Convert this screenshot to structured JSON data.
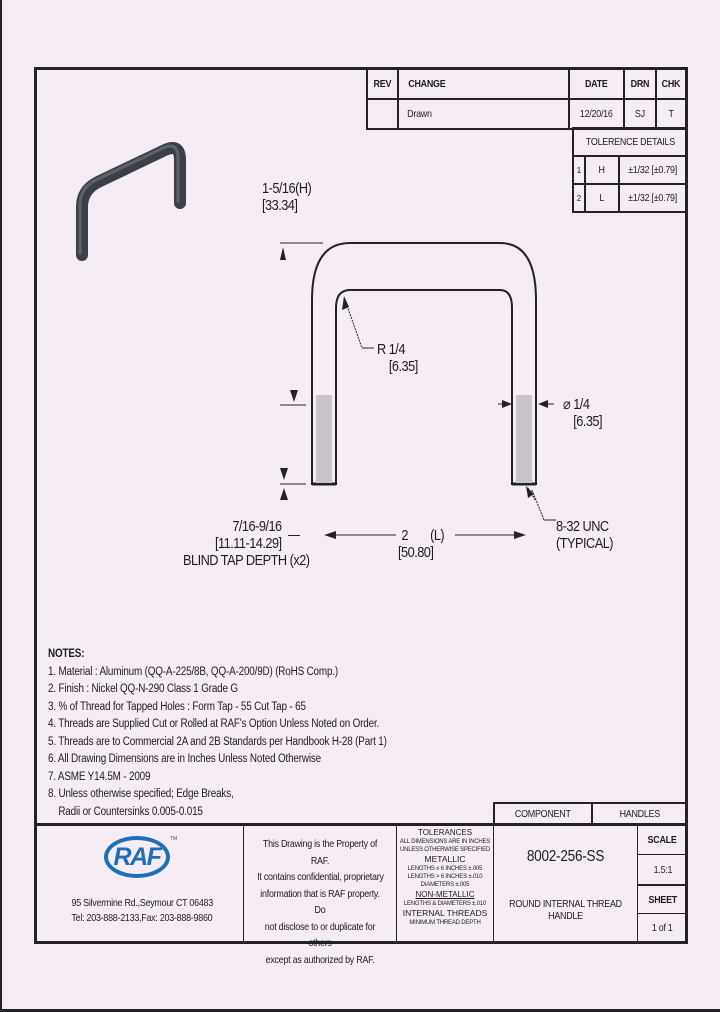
{
  "revision_block": {
    "headers": [
      "REV",
      "CHANGE",
      "DATE",
      "DRN",
      "CHK"
    ],
    "rows": [
      {
        "rev": "",
        "change": "Drawn",
        "date": "12/20/16",
        "drn": "SJ",
        "chk": "T"
      }
    ]
  },
  "tolerance_details": {
    "title": "TOLERENCE DETAILS",
    "rows": [
      {
        "num": "1",
        "dim": "H",
        "tol": "±1/32 [±0.79]"
      },
      {
        "num": "2",
        "dim": "L",
        "tol": "±1/32 [±0.79]"
      }
    ]
  },
  "drawing": {
    "icon": "handle-3d-render-icon",
    "height_dim": {
      "label": "1-5/16(H)",
      "metric": "[33.34]"
    },
    "radius_dim": {
      "label": "R 1/4",
      "metric": "[6.35]"
    },
    "diameter_dim": {
      "symbol": "⌀",
      "label": "1/4",
      "metric": "[6.35]"
    },
    "tap_depth_dim": {
      "label": "7/16-9/16",
      "metric": "[11.11-14.29]",
      "note": "BLIND TAP DEPTH (x2)"
    },
    "length_dim": {
      "label": "2",
      "suffix": "(L)",
      "metric": "[50.80]"
    },
    "thread_dim": {
      "label": "8-32 UNC",
      "note": "(TYPICAL)"
    }
  },
  "notes": {
    "title": "NOTES:",
    "items": [
      "1. Material : Aluminum (QQ-A-225/8B, QQ-A-200/9D) (RoHS Comp.)",
      "2. Finish : Nickel QQ-N-290 Class 1 Grade G",
      "3. % of Thread for Tapped Holes : Form Tap - 55   Cut Tap - 65",
      "4. Threads are Supplied Cut or Rolled at RAF's Option Unless Noted on Order.",
      "5. Threads are to Commercial 2A and 2B Standards per Handbook H-28 (Part 1)",
      "6. All Drawing Dimensions are in Inches Unless Noted Otherwise",
      "7. ASME Y14.5M - 2009",
      "8. Unless otherwise specified; Edge Breaks,",
      "    Radii or Countersinks 0.005-0.015"
    ]
  },
  "title_block": {
    "logo_text": "RAF",
    "logo_tm": "TM",
    "logo_color": "#1f6fb8",
    "address_line1": "95 Silvermine Rd.,Seymour CT 06483",
    "address_line2": "Tel: 203-888-2133,Fax: 203-888-9860",
    "property_notice": [
      "This Drawing is the Property of RAF.",
      "It contains confidential, proprietary",
      "information that is RAF property. Do",
      "not disclose to or duplicate for others",
      "except as authorized by RAF."
    ],
    "tolerances": {
      "title": "TOLERANCES",
      "lines": [
        "ALL DIMENSIONS ARE IN INCHES",
        "UNLESS OTHERWISE SPECIFIED",
        "METALLIC",
        "LENGTHS ≤ 6 INCHES ±.005",
        "LENGTHS > 6 INCHES ±.010",
        "DIAMETERS ±.005",
        "NON-METALLIC",
        "LENGTHS & DIAMETERS ±.010",
        "INTERNAL THREADS",
        "MINIMUM THREAD DEPTH"
      ]
    },
    "component_label": "COMPONENT",
    "component_value": "HANDLES",
    "part_number": "8002-256-SS",
    "description": "ROUND INTERNAL THREAD HANDLE",
    "scale_label": "SCALE",
    "scale_value": "1.5:1",
    "sheet_label": "SHEET",
    "sheet_value": "1 of 1"
  }
}
